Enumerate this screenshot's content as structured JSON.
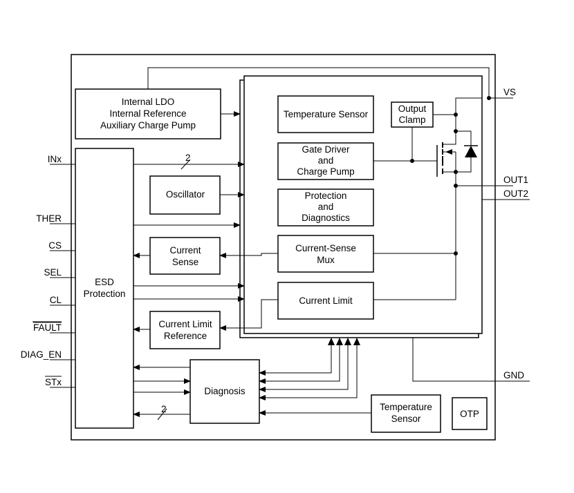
{
  "pins": {
    "inx": "INx",
    "ther": "THER",
    "cs": "CS",
    "sel": "SEL",
    "cl": "CL",
    "fault": "FAULT",
    "diag_en": "DIAG_EN",
    "stx": "STx",
    "vs": "VS",
    "out1": "OUT1",
    "out2": "OUT2",
    "gnd": "GND"
  },
  "blocks": {
    "ldo": [
      "Internal LDO",
      "Internal Reference",
      "Auxiliary Charge Pump"
    ],
    "esd": [
      "ESD",
      "Protection"
    ],
    "oscillator": "Oscillator",
    "current_sense": [
      "Current",
      "Sense"
    ],
    "current_limit_reference": [
      "Current Limit",
      "Reference"
    ],
    "diagnosis": "Diagnosis",
    "temperature_sensor_inner": "Temperature Sensor",
    "gate_driver": [
      "Gate Driver",
      "and",
      "Charge Pump"
    ],
    "protection_diagnostics": [
      "Protection",
      "and",
      "Diagnostics"
    ],
    "current_sense_mux": [
      "Current-Sense",
      "Mux"
    ],
    "current_limit": "Current Limit",
    "output_clamp": [
      "Output",
      "Clamp"
    ],
    "temperature_sensor_outer": [
      "Temperature",
      "Sensor"
    ],
    "otp": "OTP"
  },
  "bus_width": {
    "inx": "2",
    "stx": "2"
  }
}
